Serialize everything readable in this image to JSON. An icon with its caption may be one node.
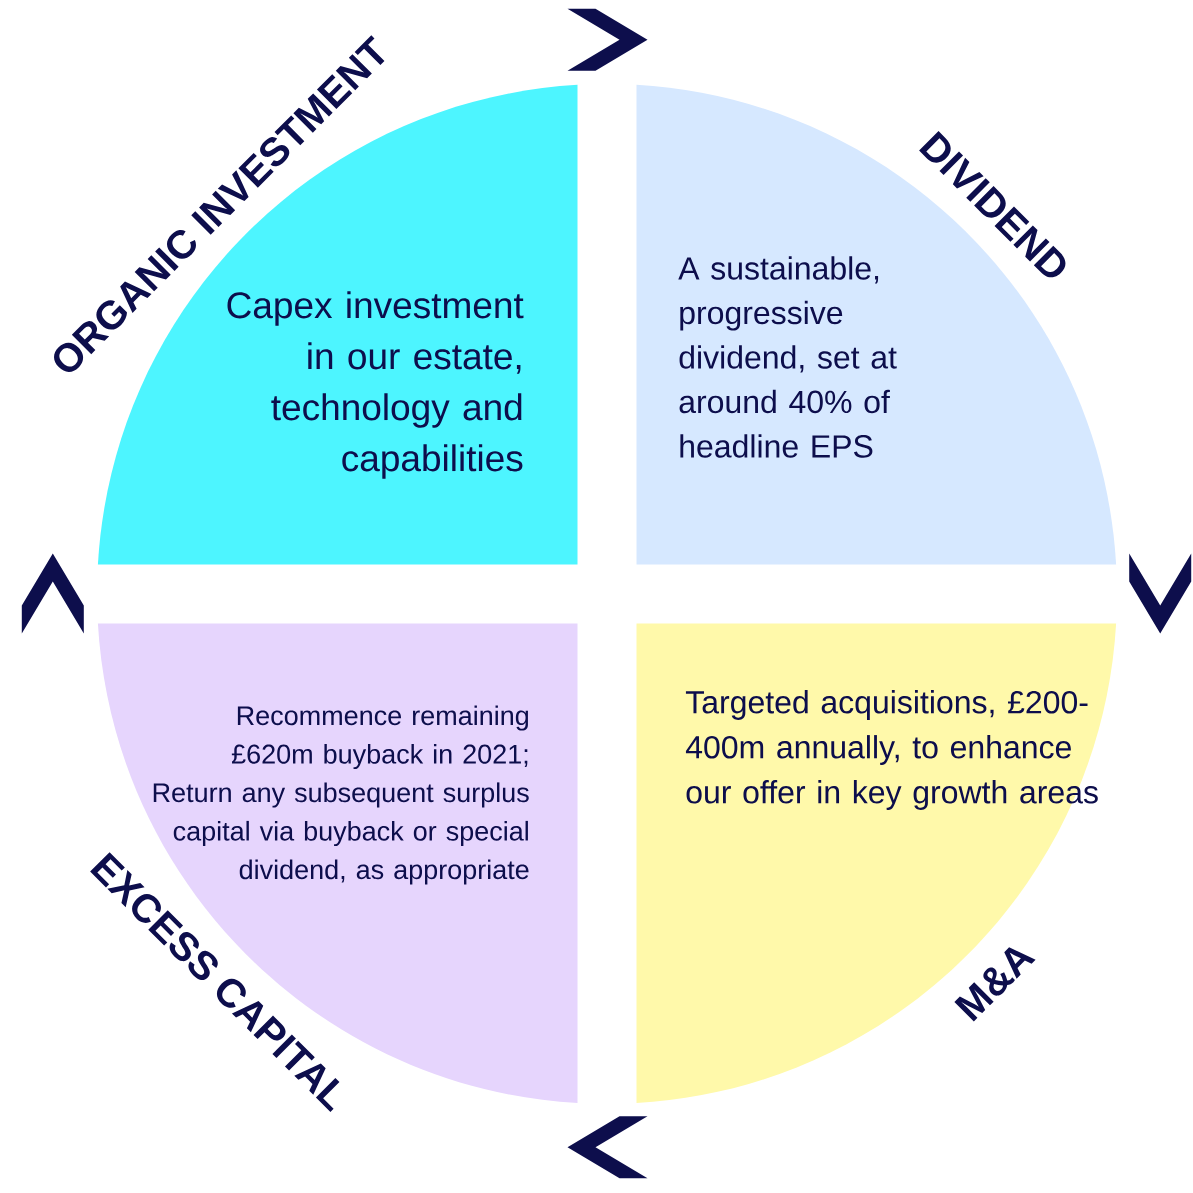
{
  "diagram": {
    "nodes": [
      {
        "text": [
          "ORGANIC INVESTMENT",
          "Capex investment in our estate, technology and capabilities"
        ]
      },
      {
        "text": [
          "DIVIDEND",
          "A sustainable, progressive dividend, set at around 40% of headline EPS"
        ]
      },
      {
        "text": [
          "EXCESS CAPITAL",
          "Recommence remaining £620m buyback in 2021; Return any subsequent surplus capital via buyback or special dividend, as appropriate"
        ]
      },
      {
        "text": [
          "M&A",
          "Targeted acquisitions, £200-400m annually, to enhance our offer in key growth areas"
        ]
      }
    ],
    "edges": [
      {
        "from": 0,
        "to": 1,
        "arrow": "to"
      },
      {
        "from": 1,
        "to": 3,
        "arrow": "to"
      },
      {
        "from": 3,
        "to": 2,
        "arrow": "to"
      },
      {
        "from": 2,
        "to": 0,
        "arrow": "to"
      }
    ]
  }
}
